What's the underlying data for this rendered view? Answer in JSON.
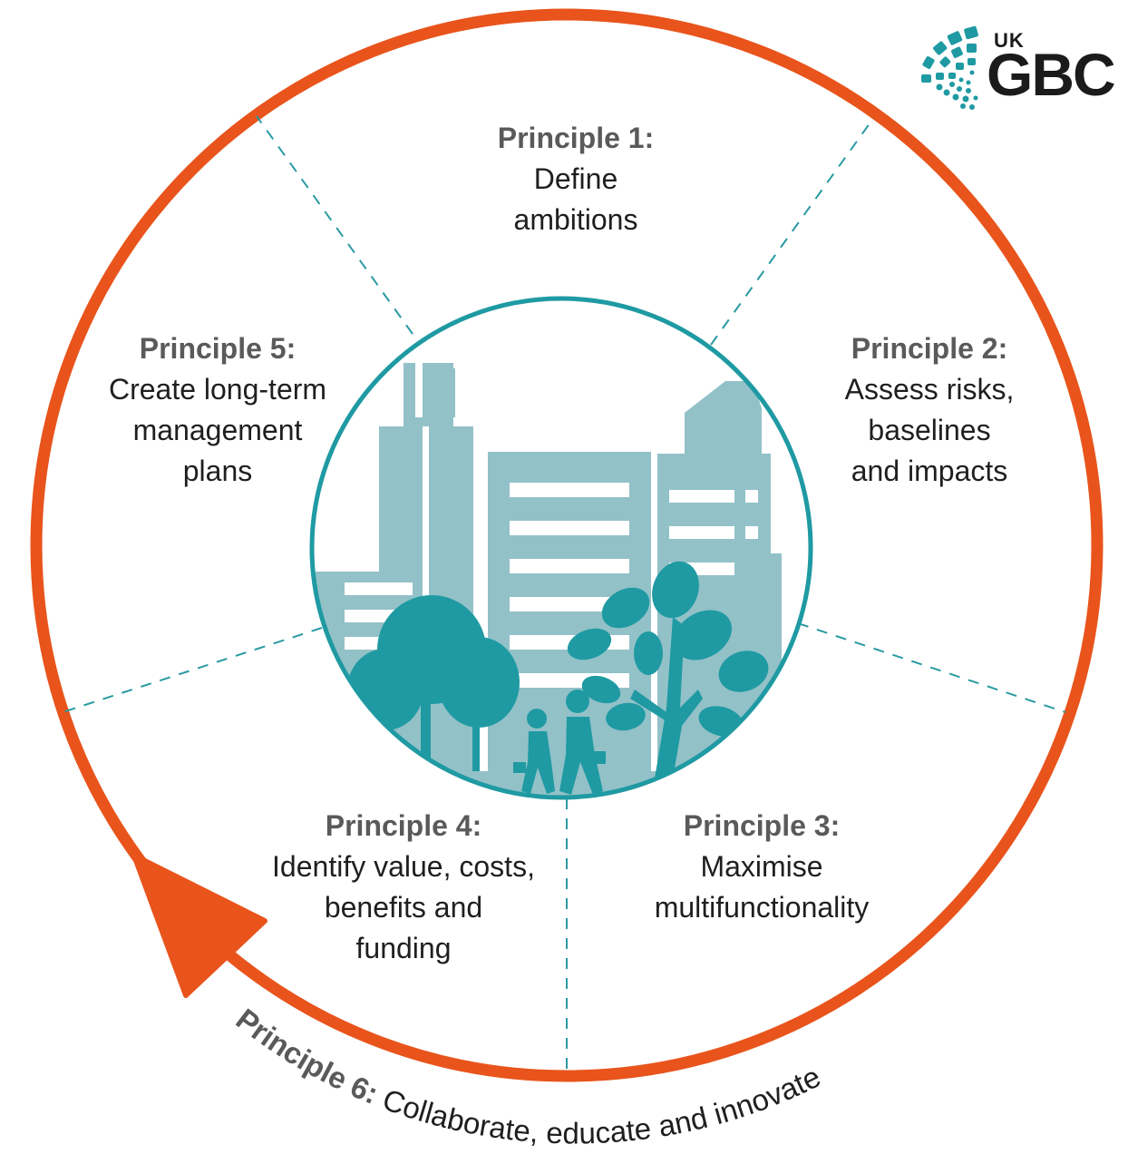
{
  "logo": {
    "small": "UK",
    "large": "GBC"
  },
  "principles": [
    {
      "id": "p1",
      "title": "Principle 1:",
      "lines": [
        "Define",
        "ambitions"
      ]
    },
    {
      "id": "p2",
      "title": "Principle 2:",
      "lines": [
        "Assess risks,",
        "baselines",
        "and impacts"
      ]
    },
    {
      "id": "p3",
      "title": "Principle 3:",
      "lines": [
        "Maximise",
        "multifunctionality"
      ]
    },
    {
      "id": "p4",
      "title": "Principle 4:",
      "lines": [
        "Identify value, costs,",
        "benefits and",
        "funding"
      ]
    },
    {
      "id": "p5",
      "title": "Principle 5:",
      "lines": [
        "Create long-term",
        "management",
        "plans"
      ]
    }
  ],
  "cycle": {
    "title": "Principle 6:",
    "text": " Collaborate, educate and innovate"
  },
  "colors": {
    "ring": "#e8541c",
    "teal": "#1f9aa3",
    "building": "#93c1c8",
    "divider": "#2a9aa3",
    "heading": "#5a5a5a",
    "body": "#1f1f1f"
  }
}
